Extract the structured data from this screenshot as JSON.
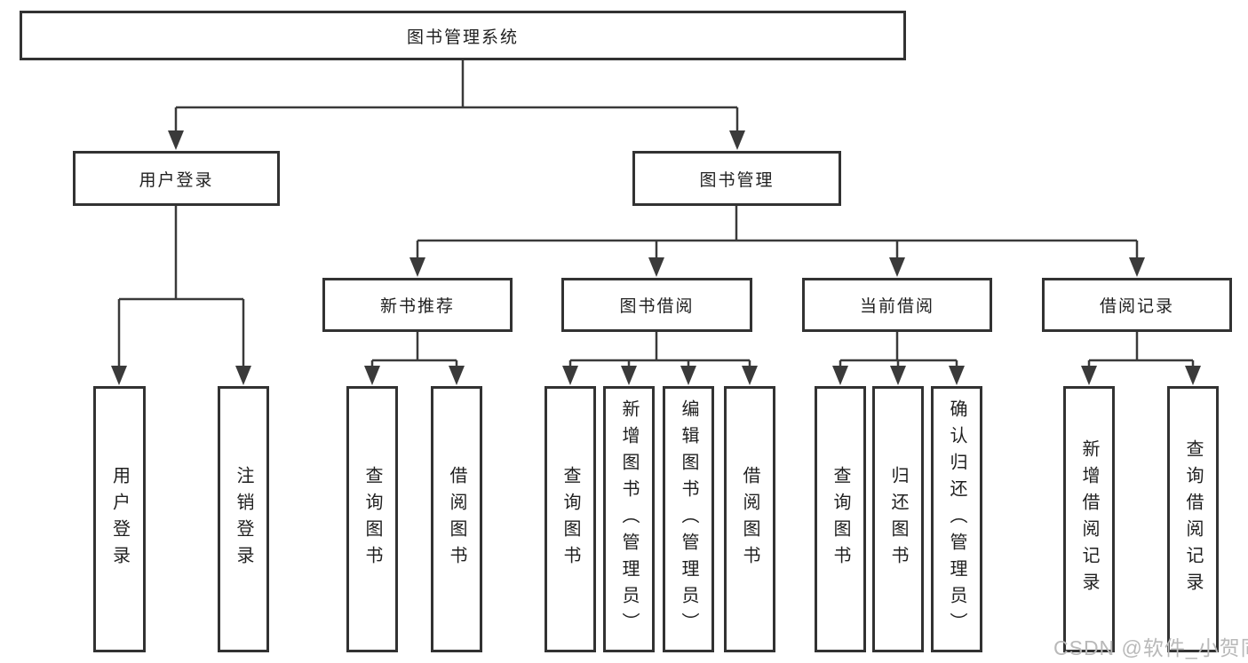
{
  "diagram": {
    "tree": {
      "root": {
        "label": "图书管理系统",
        "children": [
          {
            "label": "用户登录",
            "children": [
              {
                "label": "用户登录"
              },
              {
                "label": "注销登录"
              }
            ]
          },
          {
            "label": "图书管理",
            "children": [
              {
                "label": "新书推荐",
                "children": [
                  {
                    "label": "查询图书"
                  },
                  {
                    "label": "借阅图书"
                  }
                ]
              },
              {
                "label": "图书借阅",
                "children": [
                  {
                    "label": "查询图书"
                  },
                  {
                    "label": "新增图书（管理员）"
                  },
                  {
                    "label": "编辑图书（管理员）"
                  },
                  {
                    "label": "借阅图书"
                  }
                ]
              },
              {
                "label": "当前借阅",
                "children": [
                  {
                    "label": "查询图书"
                  },
                  {
                    "label": "归还图书"
                  },
                  {
                    "label": "确认归还（管理员）"
                  }
                ]
              },
              {
                "label": "借阅记录",
                "children": [
                  {
                    "label": "新增借阅记录"
                  },
                  {
                    "label": "查询借阅记录"
                  }
                ]
              }
            ]
          }
        ]
      }
    },
    "line_color": "#3a3a3a",
    "border_color": "#323232",
    "text_color": "#1f1f1f"
  },
  "watermark": {
    "text": "CSDN @软件_小贺同学"
  }
}
